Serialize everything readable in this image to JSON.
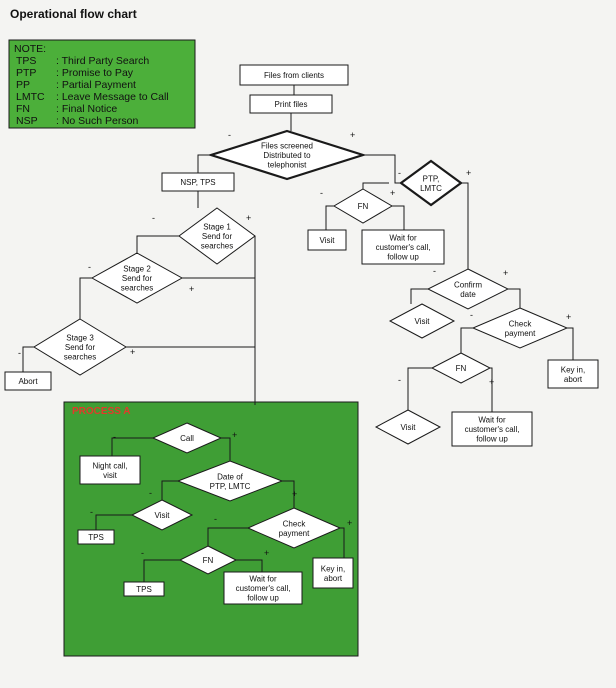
{
  "title": "Operational flow chart",
  "colors": {
    "note_bg": "#4caf3a",
    "process_bg": "#3f9e35",
    "process_label": "#e23a2a",
    "line": "#1a1a1a"
  },
  "note": {
    "heading": "NOTE:",
    "abbreviations": [
      {
        "abbr": "TPS",
        "meaning": ": Third Party Search"
      },
      {
        "abbr": "PTP",
        "meaning": ": Promise to Pay"
      },
      {
        "abbr": "PP",
        "meaning": ": Partial Payment"
      },
      {
        "abbr": "LMTC",
        "meaning": ": Leave Message to Call"
      },
      {
        "abbr": "FN",
        "meaning": ": Final Notice"
      },
      {
        "abbr": "NSP",
        "meaning": ": No Such Person"
      }
    ]
  },
  "nodes": {
    "files_from_clients": [
      "Files from clients"
    ],
    "print_files": [
      "Print files"
    ],
    "files_screened": [
      "Files screened",
      "Distributed to",
      "telephonist"
    ],
    "nsp_tps": [
      "NSP, TPS"
    ],
    "ptp_lmtc": [
      "PTP,",
      "LMTC"
    ],
    "fn_top": [
      "FN"
    ],
    "visit_top": [
      "Visit"
    ],
    "wait_top": [
      "Wait for",
      "customer's call,",
      "follow up"
    ],
    "stage1": [
      "Stage 1",
      "Send for",
      "searches"
    ],
    "stage2": [
      "Stage 2",
      "Send for",
      "searches"
    ],
    "stage3": [
      "Stage 3",
      "Send for",
      "searches"
    ],
    "abort": [
      "Abort"
    ],
    "confirm_date": [
      "Confirm",
      "date"
    ],
    "visit_right": [
      "Visit"
    ],
    "check_payment_right": [
      "Check",
      "payment"
    ],
    "key_in_abort_right": [
      "Key in,",
      "abort"
    ],
    "fn_right": [
      "FN"
    ],
    "visit_bottom_right": [
      "Visit"
    ],
    "wait_right": [
      "Wait for",
      "customer's call,",
      "follow up"
    ],
    "process_a_label": [
      "PROCESS A"
    ],
    "call": [
      "Call"
    ],
    "night_call": [
      "Night call,",
      "visit"
    ],
    "date_ptp": [
      "Date of",
      "PTP, LMTC"
    ],
    "visit_pa": [
      "Visit"
    ],
    "tps_pa1": [
      "TPS"
    ],
    "check_payment_pa": [
      "Check",
      "payment"
    ],
    "fn_pa": [
      "FN"
    ],
    "tps_pa2": [
      "TPS"
    ],
    "wait_pa": [
      "Wait for",
      "customer's call,",
      "follow up"
    ],
    "key_in_abort_pa": [
      "Key in,",
      "abort"
    ]
  },
  "signs": {
    "minus": "-",
    "plus": "+"
  }
}
